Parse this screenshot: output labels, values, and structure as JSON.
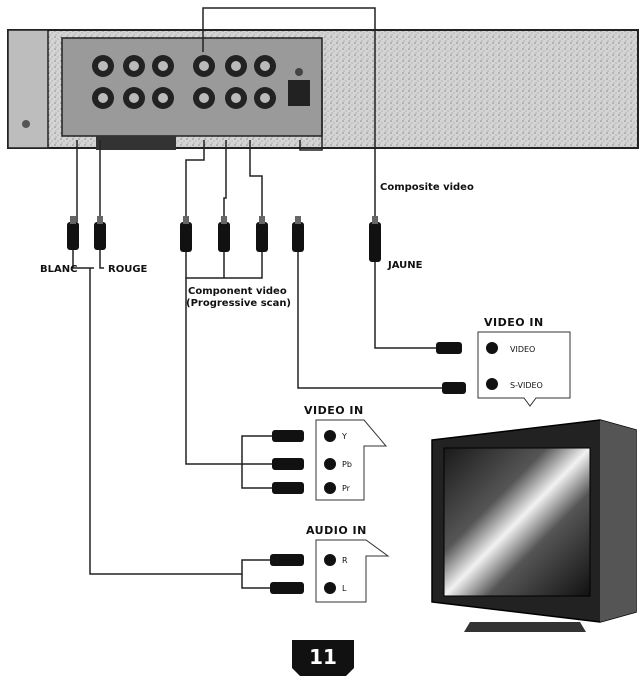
{
  "labels": {
    "composite_video": "Composite video",
    "blanc": "BLANC",
    "rouge": "ROUGE",
    "jaune": "JAUNE",
    "component_video_line1": "Component video",
    "component_video_line2": "(Progressive scan)"
  },
  "panels": {
    "tv_video_in": {
      "title": "VIDEO IN",
      "video": "VIDEO",
      "svideo": "S-VIDEO"
    },
    "component_in": {
      "title": "VIDEO IN",
      "jacks": [
        "Y",
        "Pb",
        "Pr"
      ]
    },
    "audio_in": {
      "title": "AUDIO IN",
      "jacks": [
        "R",
        "L"
      ]
    }
  },
  "page": {
    "number": "11"
  }
}
